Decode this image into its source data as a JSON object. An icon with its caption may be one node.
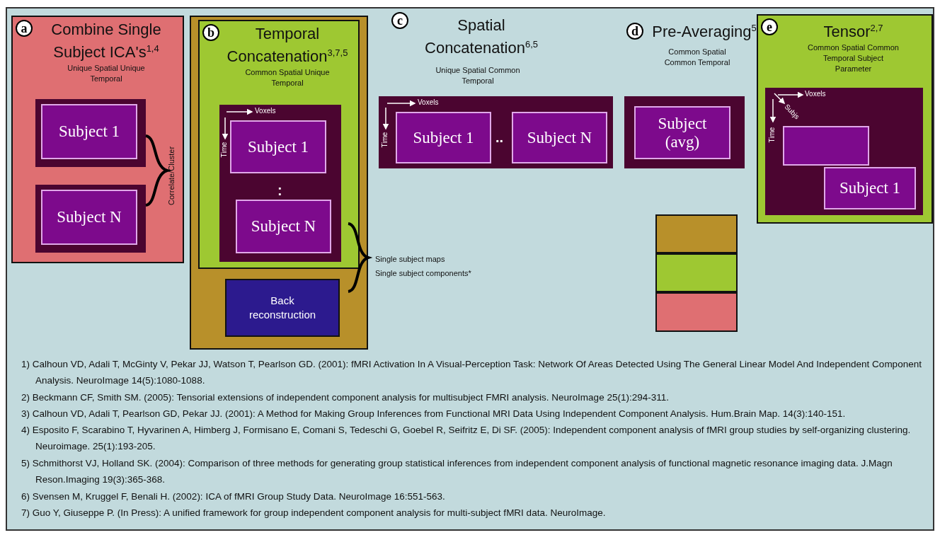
{
  "diagram": {
    "nodes": [
      {
        "text": [
          "a",
          "Combine Single Subject ICA's$^{1,4}$",
          "Unique Spatial Unique Temporal"
        ]
      },
      {
        "text": [],
        "shape": "box",
        "in": 0
      },
      {
        "text": [
          "Subject 1"
        ],
        "in": 1
      },
      {
        "text": [],
        "shape": "box",
        "in": 0
      },
      {
        "text": [
          "Subject N"
        ],
        "in": 3
      },
      {
        "text": [],
        "shape": "box"
      },
      {
        "text": [
          "b",
          "Temporal Concatenation$^{3,7,5}$",
          "Common Spatial Unique Temporal"
        ],
        "in": 5
      },
      {
        "text": [],
        "shape": "box",
        "in": 6
      },
      {
        "text": [
          "Subject 1"
        ],
        "in": 7
      },
      {
        "text": [
          "Subject N"
        ],
        "in": 7
      },
      {
        "text": [
          "Back reconstruction"
        ],
        "in": 5
      },
      {
        "text": [],
        "shape": "box"
      },
      {
        "text": [
          "Subject 1"
        ],
        "in": 11
      },
      {
        "text": [
          "Subject N"
        ],
        "in": 11
      },
      {
        "text": [],
        "shape": "box"
      },
      {
        "text": [
          "Subject (avg)"
        ],
        "in": 14
      },
      {
        "text": [
          "e",
          "Tensor$^{2,7}$",
          "Common Spatial Common Temporal Subject Parameter"
        ]
      },
      {
        "text": [],
        "shape": "box",
        "in": 16
      },
      {
        "text": [],
        "shape": "box",
        "in": 17
      },
      {
        "text": [
          "Subject 1"
        ],
        "in": 17
      },
      {
        "text": [],
        "shape": "box"
      },
      {
        "text": [],
        "shape": "box"
      },
      {
        "text": [],
        "shape": "box"
      }
    ],
    "edges": [],
    "labels": [
      "c",
      "Spatial Concatenation$^{6,5}$",
      "Unique Spatial Common Temporal",
      "d",
      "Pre-Averaging$^{5}$",
      "Common Spatial Common Temporal",
      "Voxels",
      "Time",
      ":",
      "Voxels",
      "Time",
      "..",
      "Voxels",
      "Subjs",
      "Time",
      "Correlate/Cluster",
      "Single subject maps",
      "Single subject components*",
      "1) Calhoun VD, Adali T, McGinty V, Pekar JJ, Watson T, Pearlson GD. (2001): fMRI Activation In A Visual-Perception Task: Network Of Areas Detected Using The General Linear Model And Independent Component Analysis. NeuroImage 14(5):1080-1088.",
      "2) Beckmann CF, Smith SM. (2005): Tensorial extensions of independent component analysis for multisubject FMRI analysis. NeuroImage 25(1):294-311.",
      "3) Calhoun VD, Adali T, Pearlson GD, Pekar JJ. (2001): A Method for Making Group Inferences from Functional MRI Data Using Independent Component Analysis. Hum.Brain Map. 14(3):140-151.",
      "4) Esposito F, Scarabino T, Hyvarinen A, Himberg J, Formisano E, Comani S, Tedeschi G, Goebel R, Seifritz E, Di SF. (2005): Independent component analysis of fMRI group studies by self-organizing clustering. Neuroimage. 25(1):193-205.",
      "5) Schmithorst VJ, Holland SK. (2004): Comparison of three methods for generating group statistical inferences from independent component analysis of functional magnetic resonance imaging data. J.Magn Reson.Imaging 19(3):365-368.",
      "6) Svensen M, Kruggel F, Benali H. (2002): ICA of fMRI Group Study Data. NeuroImage 16:551-563.",
      "7) Guo Y, Giuseppe P. (In Press): A unified framework for group independent component analysis for multi-subject fMRI data. NeuroImage."
    ]
  }
}
